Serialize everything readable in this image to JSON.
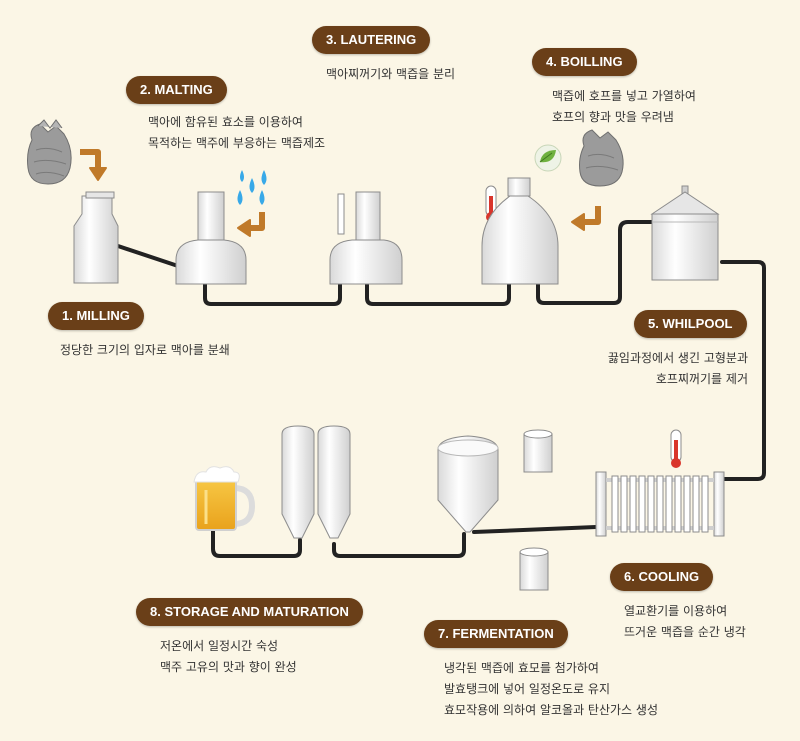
{
  "colors": {
    "background": "#fbf6e6",
    "label_bg": "#6a3f18",
    "label_text": "#ffffff",
    "pipe": "#222222",
    "arrow": "#c07a2a",
    "vessel_fill": "#f2f2f2",
    "water": "#38a9e8",
    "thermometer": "#d9352b",
    "beer": "#f3b72d"
  },
  "icons": [
    "grain-sack-icon",
    "water-drops-icon",
    "hop-leaf-icon",
    "thermometer-icon",
    "beer-mug-icon",
    "arrow-icon"
  ],
  "steps": [
    {
      "label": "1. MILLING",
      "lines": [
        "정당한 크기의 입자로 맥아를 분쇄"
      ]
    },
    {
      "label": "2. MALTING",
      "lines": [
        "맥아에 함유된 효소를 이용하여",
        "목적하는 맥주에 부응하는 맥즙제조"
      ]
    },
    {
      "label": "3. LAUTERING",
      "lines": [
        "맥아찌꺼기와 맥즙을 분리"
      ]
    },
    {
      "label": "4. BOILLING",
      "lines": [
        "맥즙에 호프를 넣고 가열하여",
        "호프의 향과 맛을 우려냄"
      ]
    },
    {
      "label": "5. WHILPOOL",
      "lines": [
        "끓임과정에서 생긴 고형분과",
        "호프찌꺼기를 제거"
      ]
    },
    {
      "label": "6. COOLING",
      "lines": [
        "열교환기를 이용하여",
        "뜨거운 맥즙을 순간 냉각"
      ]
    },
    {
      "label": "7. FERMENTATION",
      "lines": [
        "냉각된 맥즙에 효모를 첨가하여",
        "발효탱크에 넣어 일정온도로 유지",
        "효모작용에 의하여 알코올과 탄산가스 생성"
      ]
    },
    {
      "label": "8. STORAGE AND MATURATION",
      "lines": [
        "저온에서 일정시간 숙성",
        "맥주 고유의 맛과 향이 완성"
      ]
    }
  ]
}
